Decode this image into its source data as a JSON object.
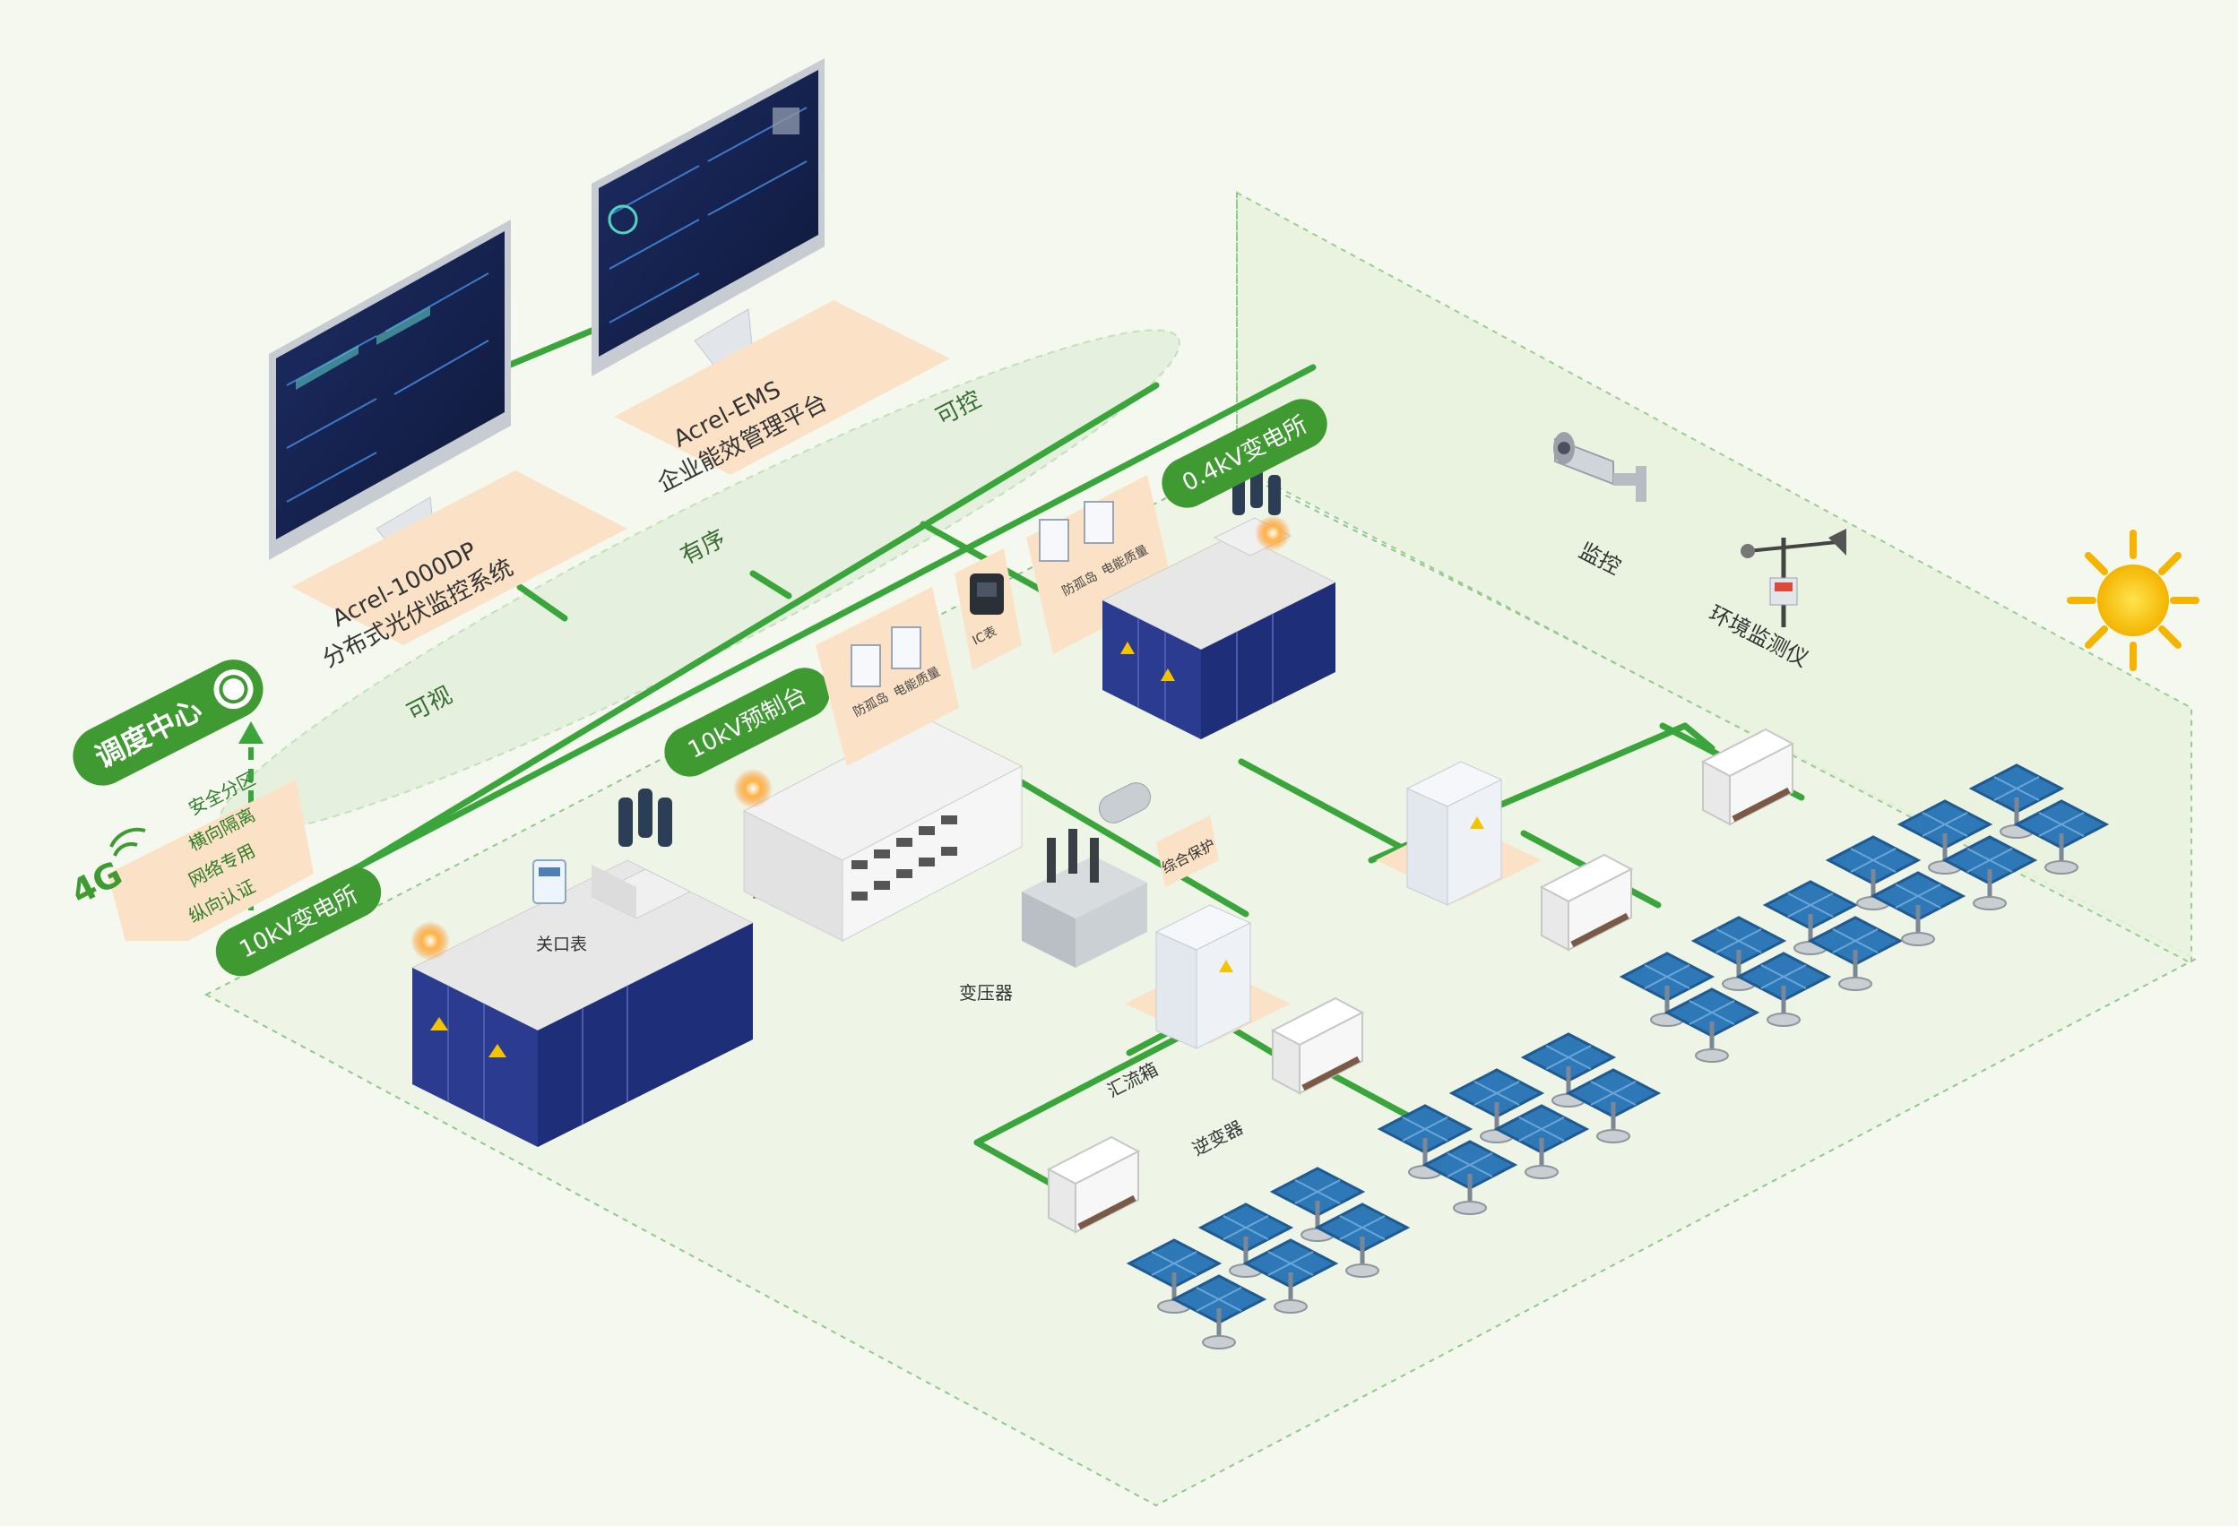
{
  "monitors": {
    "pv_system": {
      "line1": "Acrel-1000DP",
      "line2": "分布式光伏监控系统"
    },
    "ems_platform": {
      "line1": "Acrel-EMS",
      "line2": "企业能效管理平台"
    }
  },
  "network_labels": {
    "left": "可视",
    "mid": "有序",
    "right": "可控"
  },
  "dispatch_center": {
    "title": "调度中心",
    "features": [
      "安全分区",
      "横向隔离",
      "网络专用",
      "纵向认证"
    ],
    "comm_badge": "4G"
  },
  "substations": {
    "s10kv": "10kV变电所",
    "s04kv": "0.4kV变电所",
    "control_cabinet": "10kV预制台"
  },
  "devices": {
    "gateway_meter": "关口表",
    "group_left": [
      "防孤岛",
      "电能质量"
    ],
    "group_mid": [
      "IC表"
    ],
    "group_right": [
      "防孤岛",
      "电能质量"
    ],
    "transformer": "变压器",
    "protection": "综合保护",
    "combiner": "汇流箱",
    "inverter": "逆变器",
    "camera": "监控",
    "env_monitor": "环境监测仪"
  },
  "colors": {
    "line_green": "#3aa53a",
    "label_green": "#3f9a32",
    "cabinet_blue": "#2b3b8f",
    "panel_blue": "#2e78b8",
    "tag_fill": "#fbe2c6",
    "background": "#f4f8ef"
  },
  "icons": [
    "sun-icon",
    "camera-icon",
    "weather-station-icon",
    "signal-icon",
    "warning-icon"
  ]
}
